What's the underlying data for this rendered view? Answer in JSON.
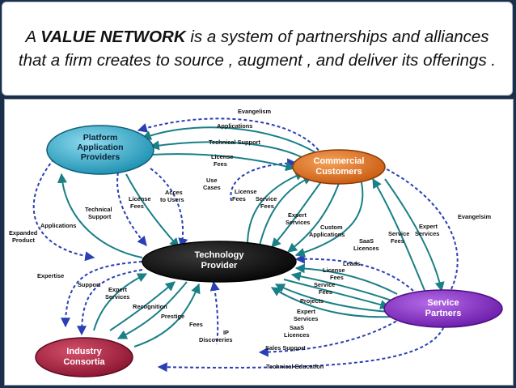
{
  "caption": {
    "lead": "A ",
    "term": "VALUE NETWORK",
    "rest": "  is a system of partnerships and alliances that a firm creates to source , augment , and deliver its offerings ."
  },
  "colors": {
    "arrow": "#1a7f86",
    "dashed": "#2a3fb4",
    "platform": "#2ba6c4",
    "commercial": "#d96a18",
    "technology": "#101010",
    "service": "#7a26b8",
    "industry": "#a01c38"
  },
  "nodes": {
    "platform": [
      "Platform",
      "Application",
      "Providers"
    ],
    "commercial": [
      "Commercial",
      "Customers"
    ],
    "technology": [
      "Technology",
      "Provider"
    ],
    "service": [
      "Service",
      "Partners"
    ],
    "industry": [
      "Industry",
      "Consortia"
    ]
  },
  "labels": {
    "evangelism_top": "Evangelism",
    "applications_top": "Applications",
    "technical_support_top": "Technical Support",
    "license_fees_top": [
      "License",
      "Fees"
    ],
    "use_cases": [
      "Use",
      "Cases"
    ],
    "license_fees_cc": [
      "License",
      "Fees"
    ],
    "service_fees_cc": [
      "Service",
      "Fees"
    ],
    "acces_to_users": [
      "Acces",
      "to Users"
    ],
    "license_fees_left": [
      "License",
      "Fees"
    ],
    "technical_support_left": [
      "Technical",
      "Support"
    ],
    "applications_left": "Applications",
    "expanded_product": [
      "Expanded",
      "Product"
    ],
    "expert_services_cc": [
      "Expert",
      "Services"
    ],
    "custom_applications": [
      "Custom",
      "Applications"
    ],
    "saas_licences_cc": [
      "SaaS",
      "Licences"
    ],
    "service_fees_right": [
      "Service",
      "Fees"
    ],
    "expert_services_right": [
      "Expert",
      "Services"
    ],
    "evangelism_right": "Evangelsim",
    "leads": "Leads",
    "license_fees_sp": [
      "License",
      "Fees"
    ],
    "service_fees_sp": [
      "Service",
      "Fees"
    ],
    "projects": "Projects",
    "expert_services_sp": [
      "Expert",
      "Services"
    ],
    "saas_licences_sp": [
      "SaaS",
      "Licences"
    ],
    "sales_support": "Sales Support",
    "technical_education": "Technical  Education",
    "expertise": "Expertise",
    "support": "Support",
    "expert_services_ic": [
      "Expert",
      "Services"
    ],
    "recognition": "Recognition",
    "prestige": "Prestige",
    "fees": "Fees",
    "ip_discoveries": [
      "IP",
      "Discoveries"
    ]
  }
}
